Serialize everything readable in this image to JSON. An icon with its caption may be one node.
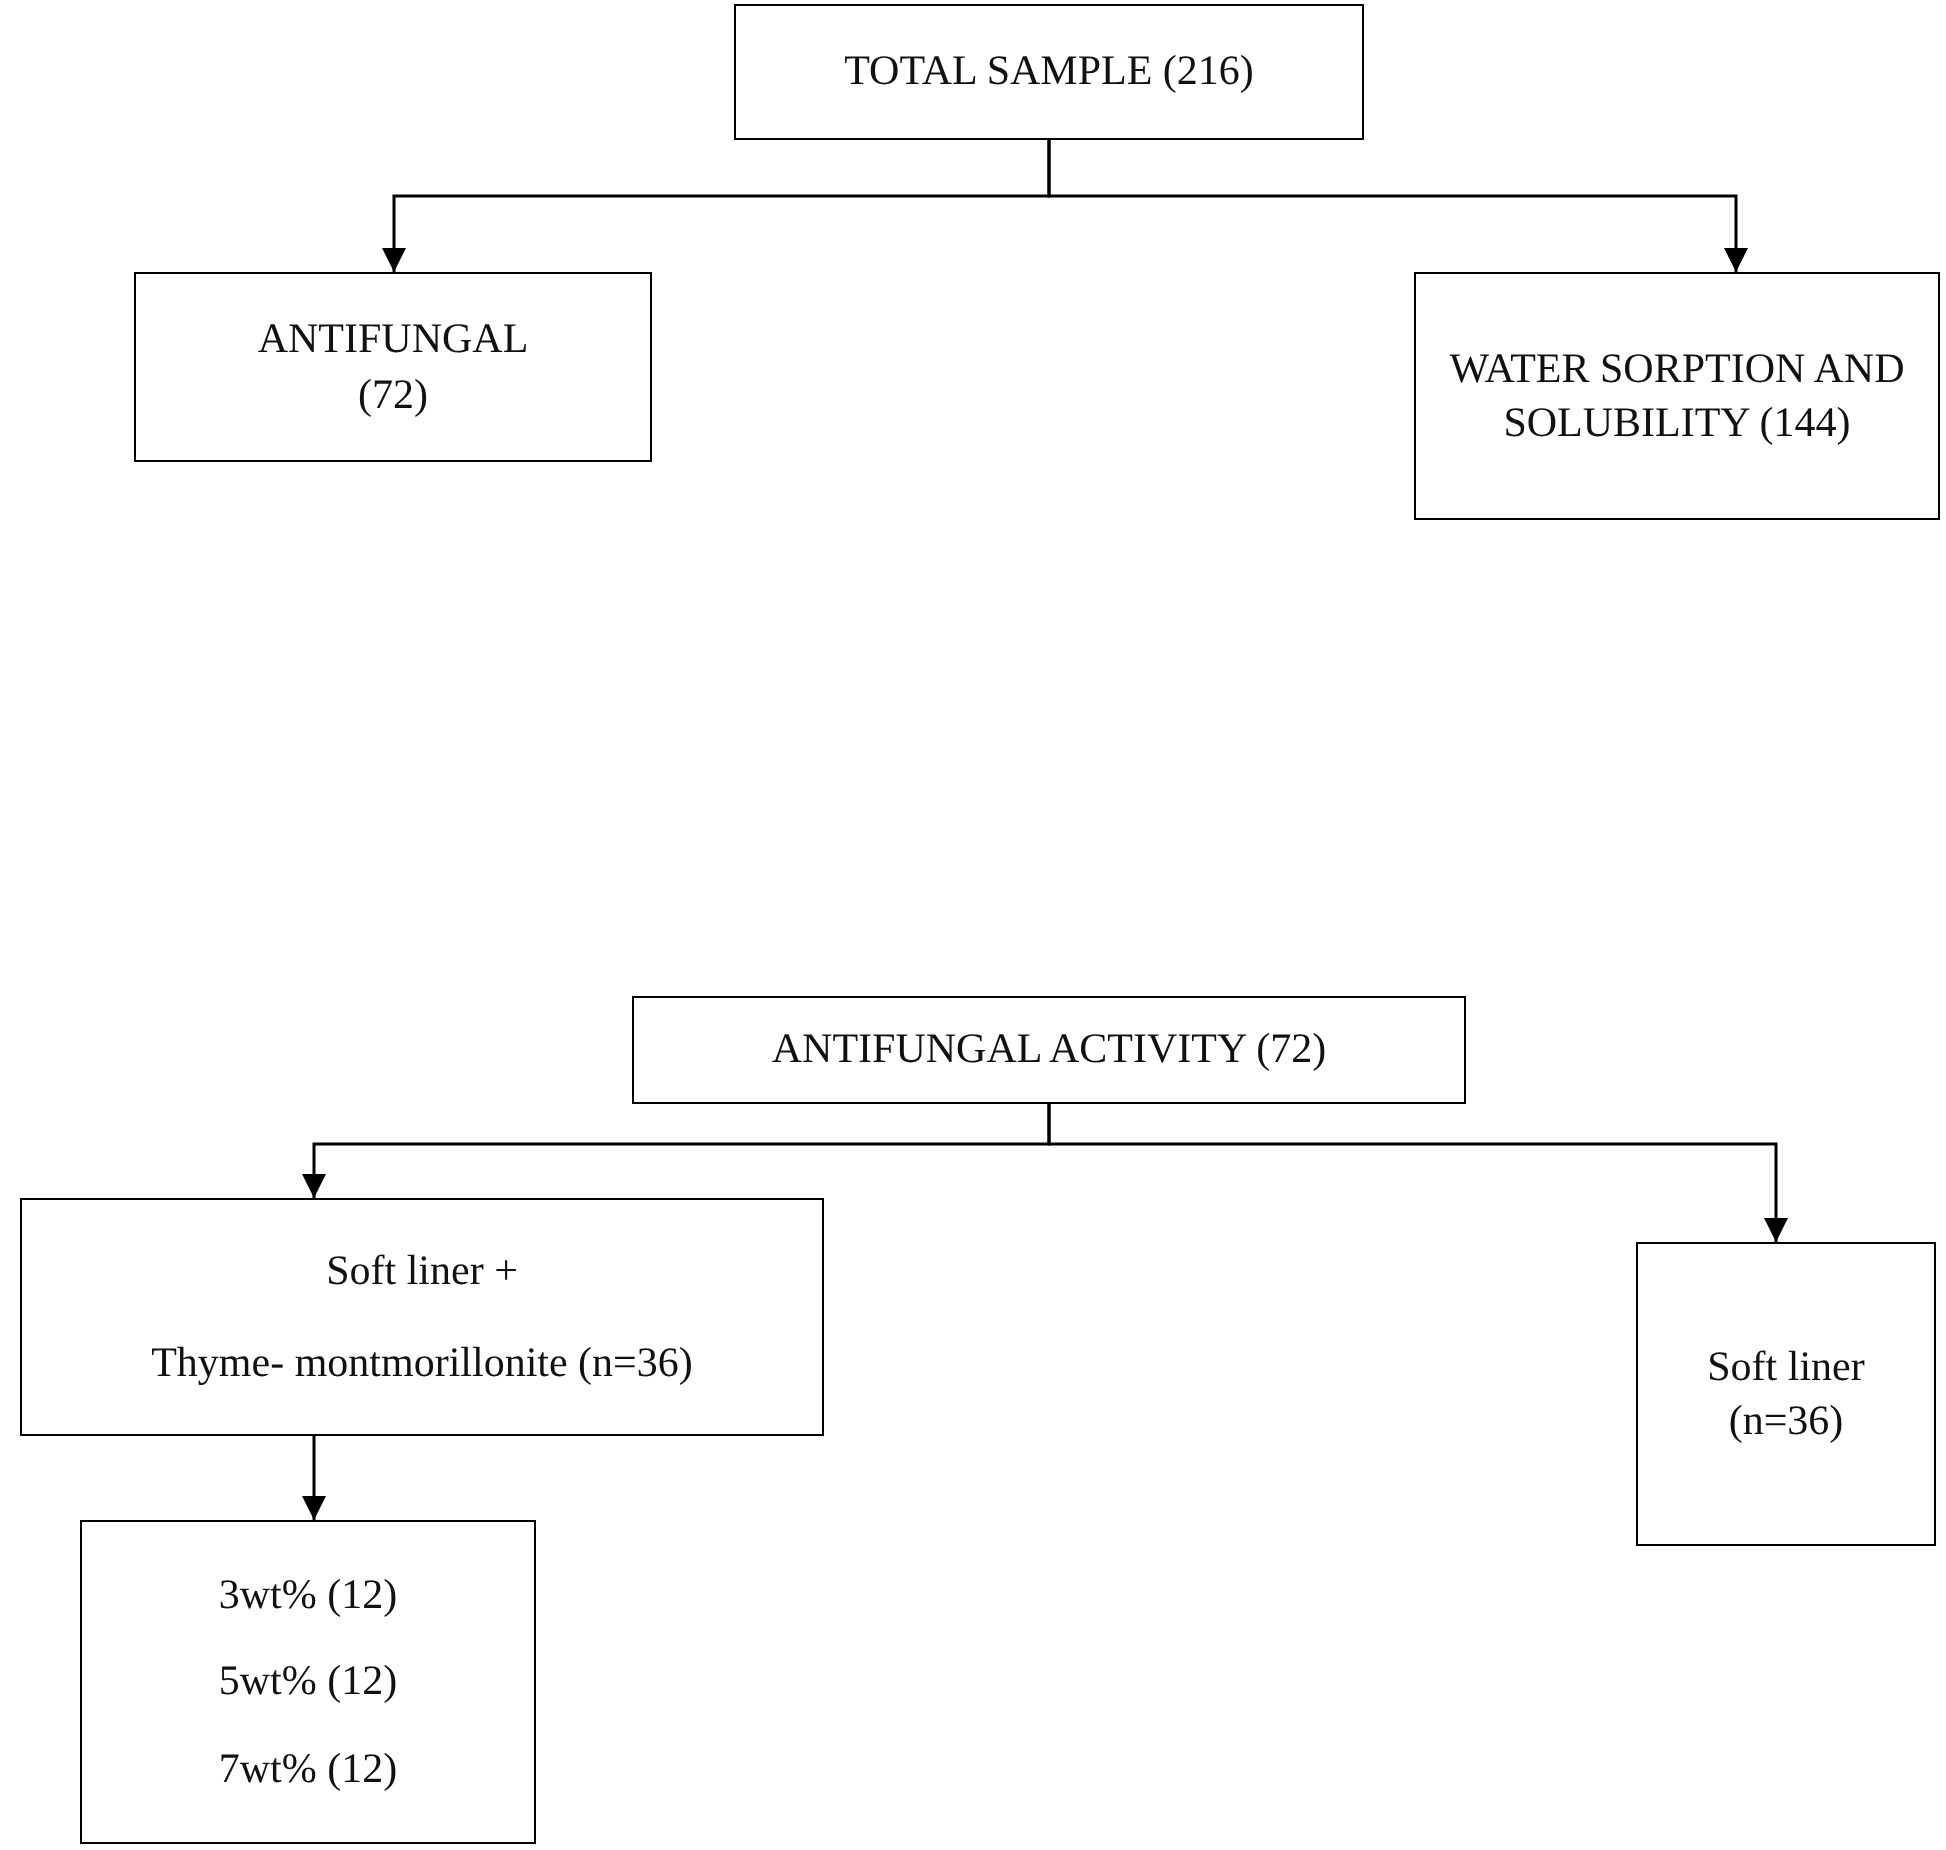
{
  "diagram": {
    "nodes": [
      {
        "text": [
          "TOTAL SAMPLE (216)"
        ]
      },
      {
        "text": [
          "ANTIFUNGAL (72)"
        ]
      },
      {
        "text": [
          "WATER SORPTION AND SOLUBILITY (144)"
        ]
      },
      {
        "text": [
          "ANTIFUNGAL ACTIVITY (72)"
        ]
      },
      {
        "text": [
          "Soft liner +",
          "Thyme- montmorillonite (n=36)"
        ]
      },
      {
        "text": [
          "Soft liner (n=36)"
        ]
      },
      {
        "text": [
          "3wt% (12)",
          "5wt% (12)",
          "7wt% (12)"
        ]
      }
    ],
    "edges": [
      {
        "from": 0,
        "to": 1,
        "arrow": "to"
      },
      {
        "from": 0,
        "to": 2,
        "arrow": "to"
      },
      {
        "from": 3,
        "to": 4,
        "arrow": "to"
      },
      {
        "from": 3,
        "to": 5,
        "arrow": "to"
      },
      {
        "from": 4,
        "to": 6,
        "arrow": "to"
      }
    ]
  }
}
